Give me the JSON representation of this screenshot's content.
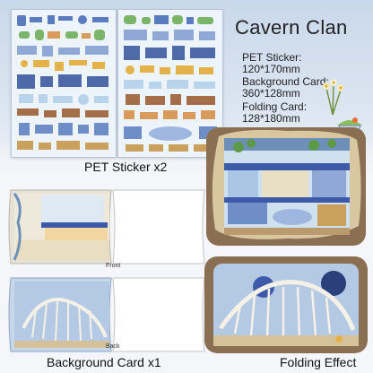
{
  "product": {
    "title": "Cavern Clan",
    "specs": [
      {
        "name": "PET Sticker:",
        "value": "120*170mm"
      },
      {
        "name": "Background Card:",
        "value": "360*128mm"
      },
      {
        "name": "Folding Card:",
        "value": "128*180mm"
      }
    ]
  },
  "captions": {
    "pet_sticker": "PET Sticker x2",
    "background_card": "Background Card x1",
    "folding_effect": "Folding Effect",
    "front": "Front",
    "back": "Back"
  },
  "colors": {
    "sky": "#c9d8ea",
    "sticker_sheet": "#eef4fb",
    "accent_blue": "#3d5aa8",
    "cave_tan": "#d8c7a1"
  }
}
